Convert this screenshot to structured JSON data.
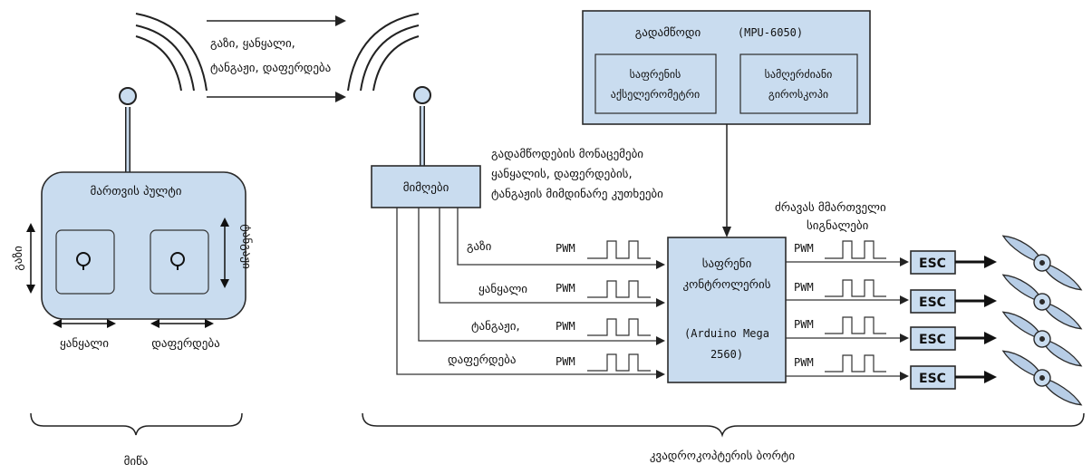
{
  "transmitter": {
    "title": "მართვის პულტი",
    "side_left": "გაზი",
    "side_right": "ტანგაჟი",
    "bottom_left": "ყანყალი",
    "bottom_right": "დაფერდება"
  },
  "radio_link": {
    "line1": "გაზი, ყანყალი,",
    "line2": "ტანგაჟი, დაფერდება"
  },
  "receiver": {
    "label": "მიმღები"
  },
  "imu": {
    "title": "გადამწოდი",
    "model": "(MPU-6050)",
    "accel_line1": "საფრენის",
    "accel_line2": "აქსელერომეტრი",
    "gyro_line1": "სამღერძიანი",
    "gyro_line2": "გიროსკოპი"
  },
  "sensor_note": {
    "line1": "გადამწოდების მონაცემები",
    "line2": "ყანყალის, დაფერდების,",
    "line3": "ტანგაჟის მიმდინარე კუთხეები"
  },
  "channels": [
    "გაზი",
    "ყანყალი",
    "ტანგაჟი,",
    "დაფერდება"
  ],
  "pwm_label": "PWM",
  "controller": {
    "line1": "საფრენი",
    "line2": "კონტროლერის",
    "line3": "(Arduino Mega",
    "line4": "2560)"
  },
  "motor_note": {
    "line1": "ძრავას მმართველი",
    "line2": "სიგნალები"
  },
  "esc_label": "ESC",
  "groups": {
    "ground": "მიწა",
    "quad": "კვადროკოპტერის ბორტი"
  },
  "colors": {
    "box_fill": "#c9dcef",
    "stroke": "#2b2b2b"
  }
}
